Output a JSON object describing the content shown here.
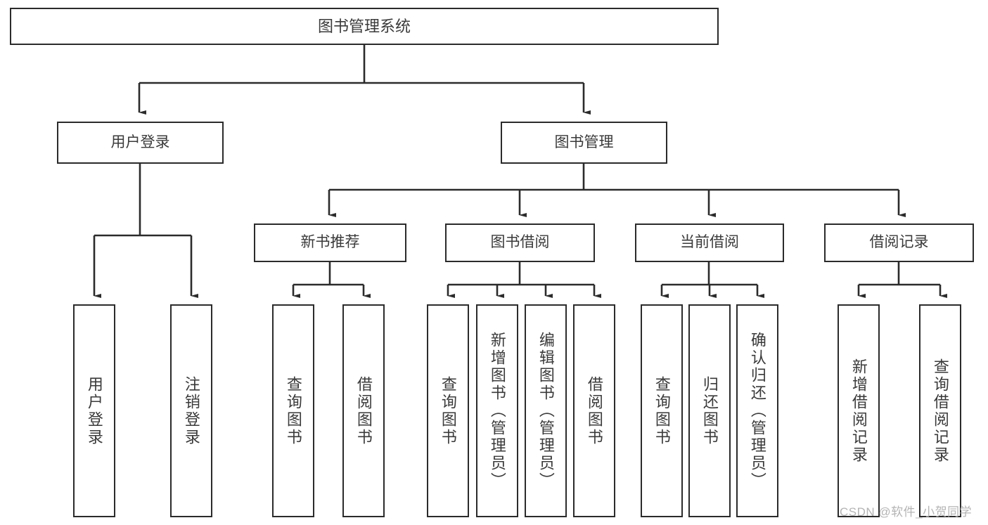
{
  "diagram": {
    "title": "图书管理系统",
    "type": "tree-hierarchy-functional-decomposition",
    "watermark": "CSDN @软件_小贺同学",
    "colors": {
      "box_border": "#2b2b2b",
      "box_fill": "#ffffff",
      "text": "#3a3a3a",
      "connector": "#2b2b2b",
      "watermark": "#b4b4b4",
      "background": "#ffffff"
    },
    "levels": {
      "level1": [
        {
          "id": "root",
          "label": "图书管理系统",
          "orientation": "horizontal"
        }
      ],
      "level2": [
        {
          "id": "user-login",
          "label": "用户登录",
          "orientation": "horizontal"
        },
        {
          "id": "book-admin",
          "label": "图书管理",
          "orientation": "horizontal"
        }
      ],
      "level3": [
        {
          "id": "new-book-rec",
          "label": "新书推荐",
          "orientation": "horizontal"
        },
        {
          "id": "book-borrow",
          "label": "图书借阅",
          "orientation": "horizontal"
        },
        {
          "id": "current-borrow",
          "label": "当前借阅",
          "orientation": "horizontal"
        },
        {
          "id": "borrow-record",
          "label": "借阅记录",
          "orientation": "horizontal"
        }
      ],
      "level4": [
        {
          "id": "leaf-user-login",
          "label": "用户登录",
          "parent": "user-login",
          "orientation": "vertical"
        },
        {
          "id": "leaf-logout",
          "label": "注销登录",
          "parent": "user-login",
          "orientation": "vertical"
        },
        {
          "id": "leaf-query-book-1",
          "label": "查询图书",
          "parent": "new-book-rec",
          "orientation": "vertical"
        },
        {
          "id": "leaf-borrow-book-1",
          "label": "借阅图书",
          "parent": "new-book-rec",
          "orientation": "vertical"
        },
        {
          "id": "leaf-query-book-2",
          "label": "查询图书",
          "parent": "book-borrow",
          "orientation": "vertical"
        },
        {
          "id": "leaf-add-book",
          "label": "新增图书（管理员）",
          "parent": "book-borrow",
          "orientation": "vertical"
        },
        {
          "id": "leaf-edit-book",
          "label": "编辑图书（管理员）",
          "parent": "book-borrow",
          "orientation": "vertical"
        },
        {
          "id": "leaf-borrow-book-2",
          "label": "借阅图书",
          "parent": "book-borrow",
          "orientation": "vertical"
        },
        {
          "id": "leaf-query-book-3",
          "label": "查询图书",
          "parent": "current-borrow",
          "orientation": "vertical"
        },
        {
          "id": "leaf-return-book",
          "label": "归还图书",
          "parent": "current-borrow",
          "orientation": "vertical"
        },
        {
          "id": "leaf-confirm-return",
          "label": "确认归还（管理员）",
          "parent": "current-borrow",
          "orientation": "vertical"
        },
        {
          "id": "leaf-add-record",
          "label": "新增借阅记录",
          "parent": "borrow-record",
          "orientation": "vertical"
        },
        {
          "id": "leaf-query-record",
          "label": "查询借阅记录",
          "parent": "borrow-record",
          "orientation": "vertical"
        }
      ]
    }
  }
}
